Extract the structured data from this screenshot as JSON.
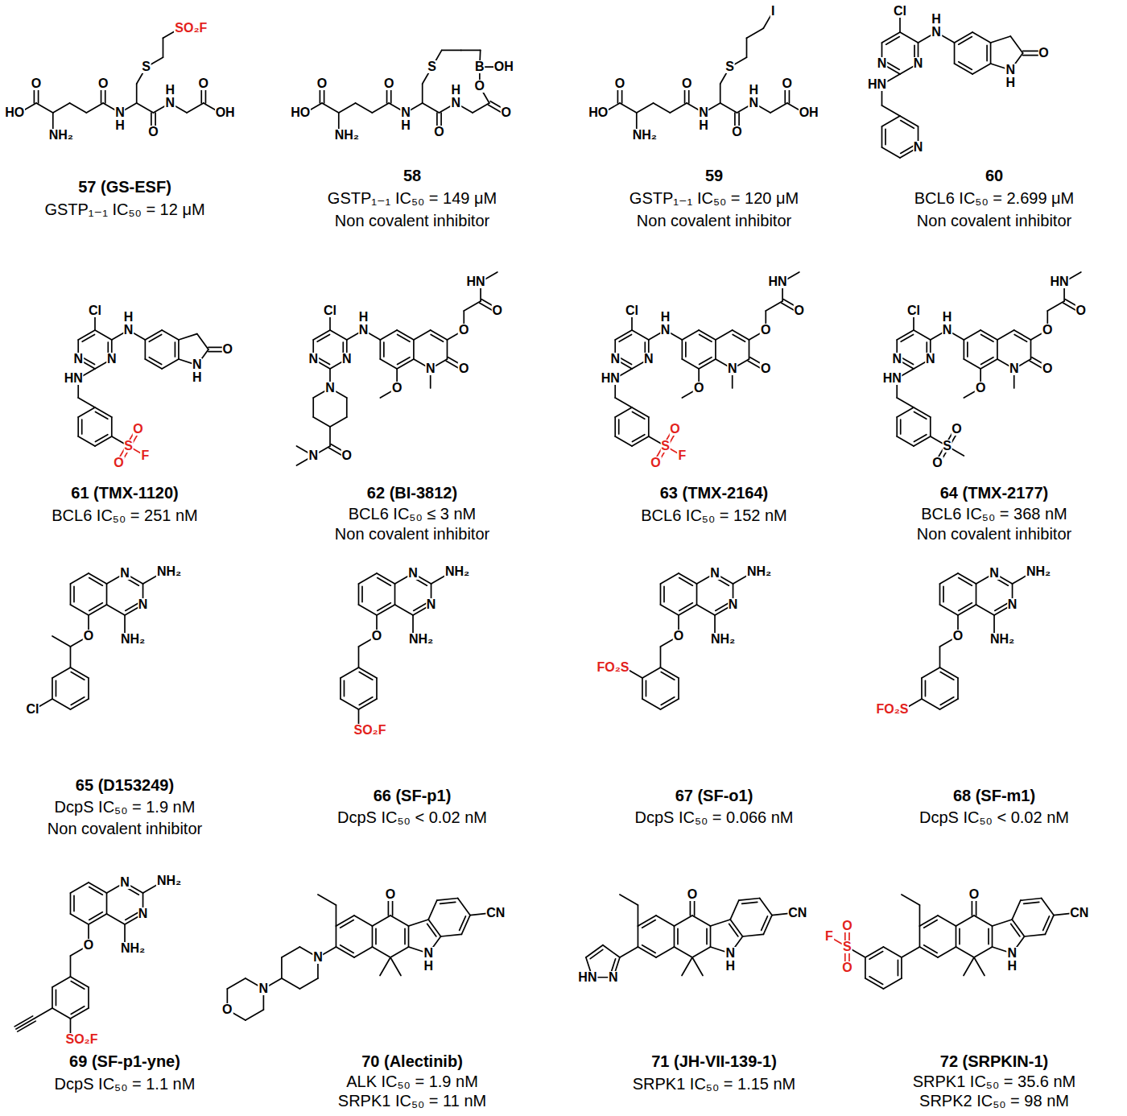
{
  "diagram": {
    "labels": [
      "O",
      "HO",
      "NH₂",
      "O",
      "N",
      "H",
      "S",
      "SO₂F",
      "O",
      "N",
      "H",
      "O",
      "OH",
      "57 (GS-ESF)",
      "GSTP₁₋₁ IC₅₀ = 12 μM",
      "O",
      "HO",
      "NH₂",
      "O",
      "N",
      "H",
      "S",
      "O",
      "N",
      "H",
      "O",
      "O",
      "B",
      "OH",
      "58",
      "GSTP₁₋₁ IC₅₀ = 149 μM",
      "Non covalent inhibitor",
      "O",
      "HO",
      "NH₂",
      "O",
      "N",
      "H",
      "S",
      "I",
      "O",
      "N",
      "H",
      "O",
      "OH",
      "59",
      "GSTP₁₋₁ IC₅₀ = 120 μM",
      "Non covalent inhibitor",
      "Cl",
      "N",
      "N",
      "N",
      "H",
      "O",
      "N",
      "H",
      "HN",
      "N",
      "60",
      "BCL6 IC₅₀ = 2.699 μM",
      "Non covalent inhibitor",
      "Cl",
      "N",
      "N",
      "N",
      "H",
      "O",
      "N",
      "H",
      "HN",
      "S",
      "O",
      "O",
      "F",
      "61 (TMX-1120)",
      "BCL6 IC₅₀ = 251 nM",
      "Cl",
      "N",
      "N",
      "N",
      "H",
      "O",
      "N",
      "O",
      "O",
      "O",
      "HN",
      "N",
      "O",
      "N",
      "62 (BI-3812)",
      "BCL6 IC₅₀ ≤ 3 nM",
      "Non covalent inhibitor",
      "Cl",
      "N",
      "N",
      "N",
      "H",
      "O",
      "N",
      "O",
      "O",
      "O",
      "HN",
      "HN",
      "S",
      "O",
      "O",
      "F",
      "63 (TMX-2164)",
      "BCL6 IC₅₀ = 152 nM",
      "Cl",
      "N",
      "N",
      "N",
      "H",
      "O",
      "N",
      "O",
      "O",
      "O",
      "HN",
      "HN",
      "S",
      "O",
      "O",
      "64 (TMX-2177)",
      "BCL6 IC₅₀ = 368 nM",
      "Non covalent inhibitor",
      "N",
      "NH₂",
      "N",
      "NH₂",
      "O",
      "Cl",
      "65 (D153249)",
      "DcpS IC₅₀ = 1.9 nM",
      "Non covalent inhibitor",
      "N",
      "NH₂",
      "N",
      "NH₂",
      "O",
      "SO₂F",
      "66 (SF-p1)",
      "DcpS IC₅₀ < 0.02 nM",
      "N",
      "NH₂",
      "N",
      "NH₂",
      "O",
      "FO₂S",
      "67 (SF-o1)",
      "DcpS IC₅₀ = 0.066 nM",
      "N",
      "NH₂",
      "N",
      "NH₂",
      "O",
      "FO₂S",
      "68 (SF-m1)",
      "DcpS IC₅₀ < 0.02 nM",
      "N",
      "NH₂",
      "N",
      "NH₂",
      "O",
      "SO₂F",
      "69 (SF-p1-yne)",
      "DcpS IC₅₀ = 1.1 nM",
      "O",
      "CN",
      "N",
      "H",
      "N",
      "N",
      "O",
      "70 (Alectinib)",
      "ALK IC₅₀ = 1.9 nM",
      "SRPK1 IC₅₀ = 11 nM",
      "O",
      "CN",
      "N",
      "H",
      "N",
      "HN",
      "71 (JH-VII-139-1)",
      "SRPK1 IC₅₀ = 1.15 nM",
      "O",
      "CN",
      "N",
      "H",
      "S",
      "O",
      "O",
      "F",
      "72 (SRPKIN-1)",
      "SRPK1 IC₅₀ = 35.6 nM",
      "SRPK2 IC₅₀ = 98 nM"
    ]
  }
}
